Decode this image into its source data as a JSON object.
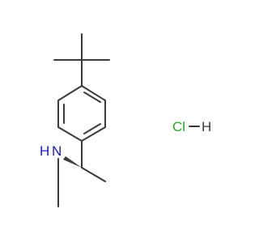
{
  "molecule": {
    "atoms": {
      "nitrogen_label": "N",
      "amine_hydrogen_label": "H",
      "salt_label": "Cl",
      "salt_bond_label": "—",
      "salt_hydrogen_label": "H"
    },
    "colors": {
      "bond": "#3a3a3a",
      "nitrogen": "#1a1ac8",
      "chlorine": "#22a822",
      "hydrogen_on_salt": "#3a3a3a",
      "background": "#ffffff"
    }
  }
}
